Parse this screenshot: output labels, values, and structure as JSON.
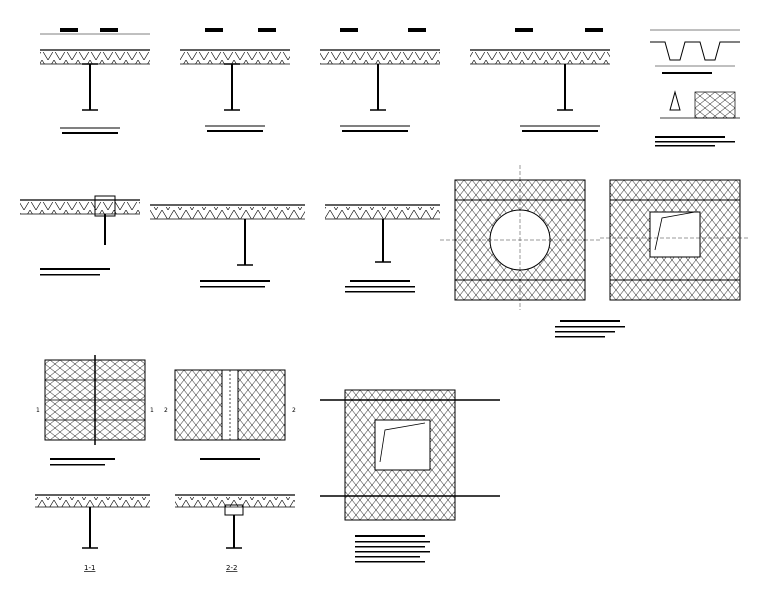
{
  "sheet": {
    "section_labels": [
      "1-1",
      "2-2"
    ],
    "cut_marks": [
      "1",
      "1",
      "2",
      "2"
    ]
  }
}
